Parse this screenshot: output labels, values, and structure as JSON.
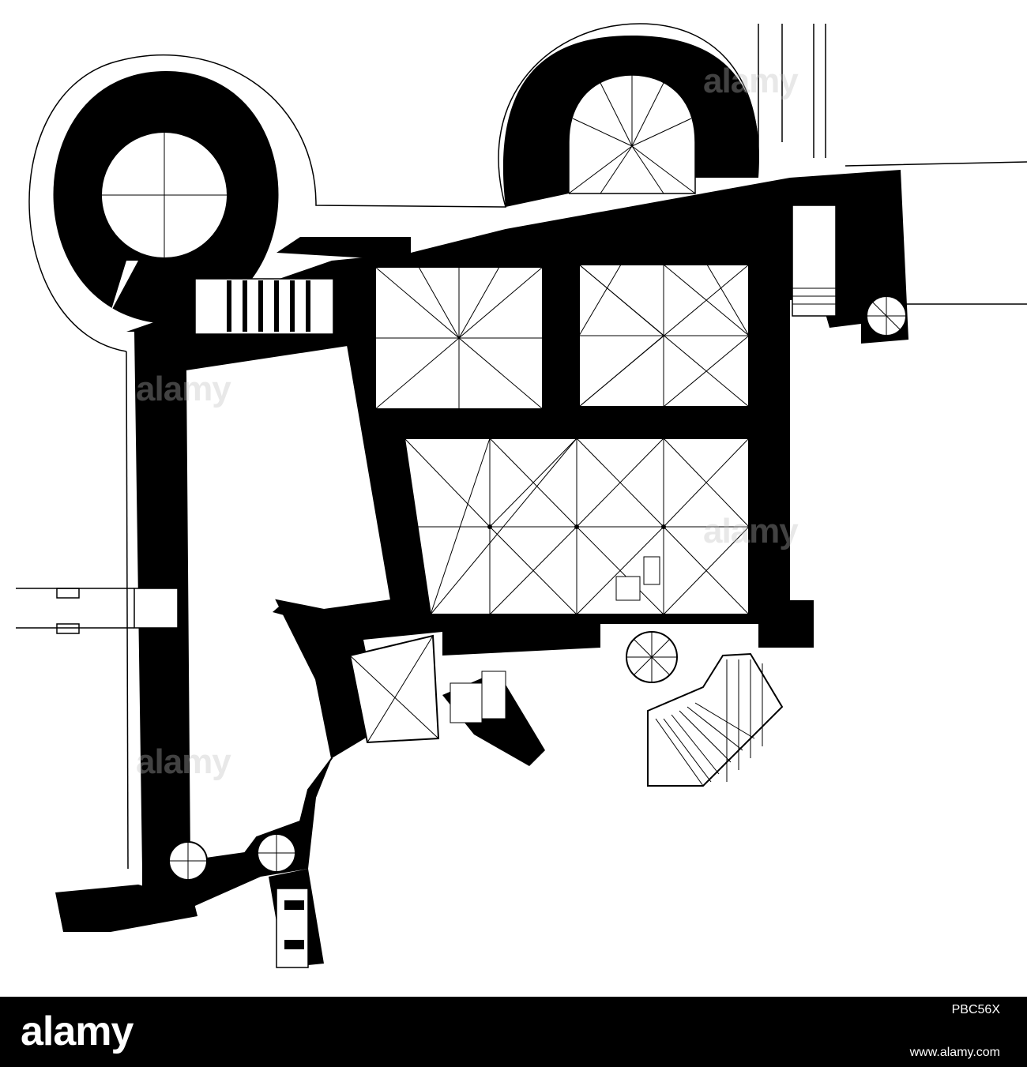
{
  "watermark": {
    "text": "alamy"
  },
  "footer": {
    "logo": "alamy",
    "image_id": "PBC56X",
    "url": "www.alamy.com"
  },
  "colors": {
    "ink": "#000000",
    "paper": "#ffffff",
    "footer_bg": "#000000",
    "footer_text": "#ffffff"
  }
}
